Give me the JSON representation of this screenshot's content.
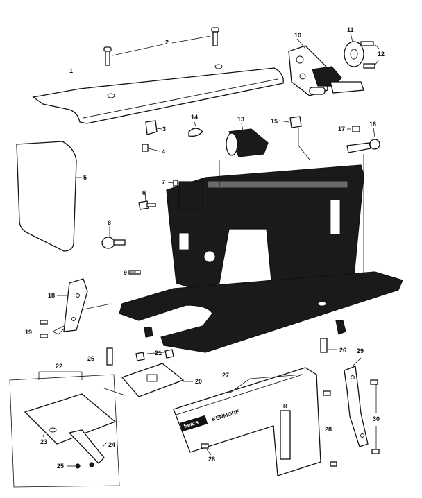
{
  "labels": [
    {
      "n": "1"
    },
    {
      "n": "2"
    },
    {
      "n": "3"
    },
    {
      "n": "4"
    },
    {
      "n": "5"
    },
    {
      "n": "6"
    },
    {
      "n": "7"
    },
    {
      "n": "8"
    },
    {
      "n": "9"
    },
    {
      "n": "10"
    },
    {
      "n": "11"
    },
    {
      "n": "12"
    },
    {
      "n": "13"
    },
    {
      "n": "14"
    },
    {
      "n": "15"
    },
    {
      "n": "16"
    },
    {
      "n": "17"
    },
    {
      "n": "18"
    },
    {
      "n": "19"
    },
    {
      "n": "20"
    },
    {
      "n": "21"
    },
    {
      "n": "22"
    },
    {
      "n": "23"
    },
    {
      "n": "24"
    },
    {
      "n": "25"
    },
    {
      "n": "26"
    },
    {
      "n": "26"
    },
    {
      "n": "27"
    },
    {
      "n": "28"
    },
    {
      "n": "28"
    },
    {
      "n": "29"
    },
    {
      "n": "30"
    }
  ],
  "front_cover_text": {
    "badge": "Sears",
    "brand": "KENMORE",
    "letter": "R"
  }
}
